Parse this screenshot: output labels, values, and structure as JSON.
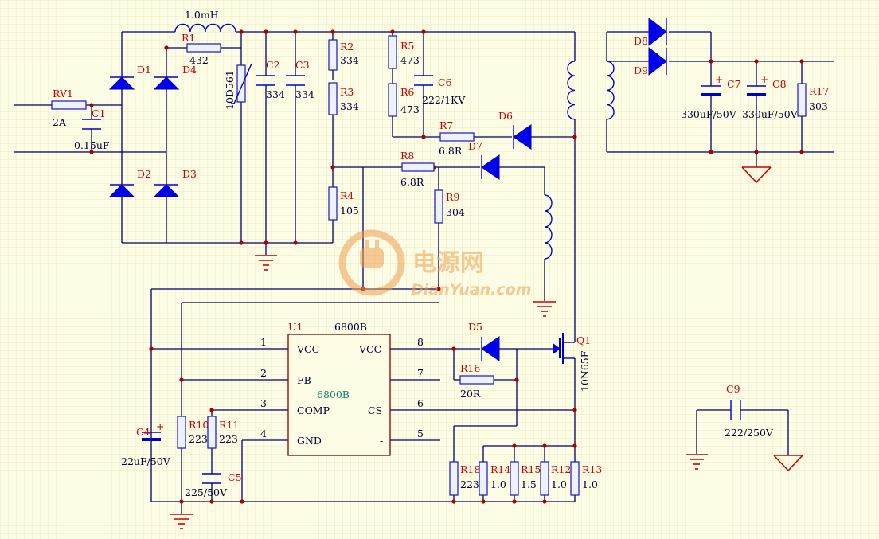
{
  "labels": {
    "inductor": "1.0mH",
    "R1": "R1",
    "R1v": "432",
    "RV1": "RV1",
    "RV1v": "2A",
    "C1": "C1",
    "C1v": "0.15uF",
    "D1": "D1",
    "D2": "D2",
    "D3": "D3",
    "D4": "D4",
    "NTC": "10D561",
    "C2": "C2",
    "C2v": "334",
    "C3": "C3",
    "C3v": "334",
    "R2": "R2",
    "R2v": "334",
    "R3": "R3",
    "R3v": "334",
    "R4": "R4",
    "R4v": "105",
    "R5": "R5",
    "R5v": "473",
    "R6": "R6",
    "R6v": "473",
    "C6": "C6",
    "C6v": "222/1KV",
    "R7": "R7",
    "R7v": "6.8R",
    "R8": "R8",
    "R8v": "6.8R",
    "R9": "R9",
    "R9v": "304",
    "D5": "D5",
    "D6": "D6",
    "D7": "D7",
    "D8": "D8",
    "D9": "D9",
    "C7": "C7",
    "C7v": "330uF/50V",
    "C8": "C8",
    "C8v": "330uF/50V",
    "R17": "R17",
    "R17v": "303",
    "U1": "U1",
    "U1v": "6800B",
    "U1c": "6800B",
    "pin1": "1",
    "pin2": "2",
    "pin3": "3",
    "pin4": "4",
    "pin5": "5",
    "pin6": "6",
    "pin7": "7",
    "pin8": "8",
    "pVCC1": "VCC",
    "pFB": "FB",
    "pCOMP": "COMP",
    "pGND": "GND",
    "pVCC2": "VCC",
    "pDash1": "-",
    "pCS": "CS",
    "pDash2": "-",
    "R16": "R16",
    "R16v": "20R",
    "Q1": "Q1",
    "Q1v": "10N65F",
    "C4": "C4",
    "C4v": "22uF/50V",
    "R10": "R10",
    "R10v": "223",
    "R11": "R11",
    "R11v": "223",
    "C5": "C5",
    "C5v": "225/50V",
    "R18": "R18",
    "R18v": "223",
    "R14": "R14",
    "R14v": "1.0",
    "R15": "R15",
    "R15v": "1.5",
    "R12": "R12",
    "R12v": "1.0",
    "R13": "R13",
    "R13v": "1.0",
    "C9": "C9",
    "C9v": "222/250V"
  },
  "watermark": {
    "cn": "电源网",
    "en": "DianYuan.com"
  },
  "colors": {
    "background": "#fdfde6",
    "grid": "#e6e2b8",
    "wire": "#000066",
    "component": "#0000cc",
    "ref": "#cc0000",
    "watermark": "#f0a050"
  }
}
